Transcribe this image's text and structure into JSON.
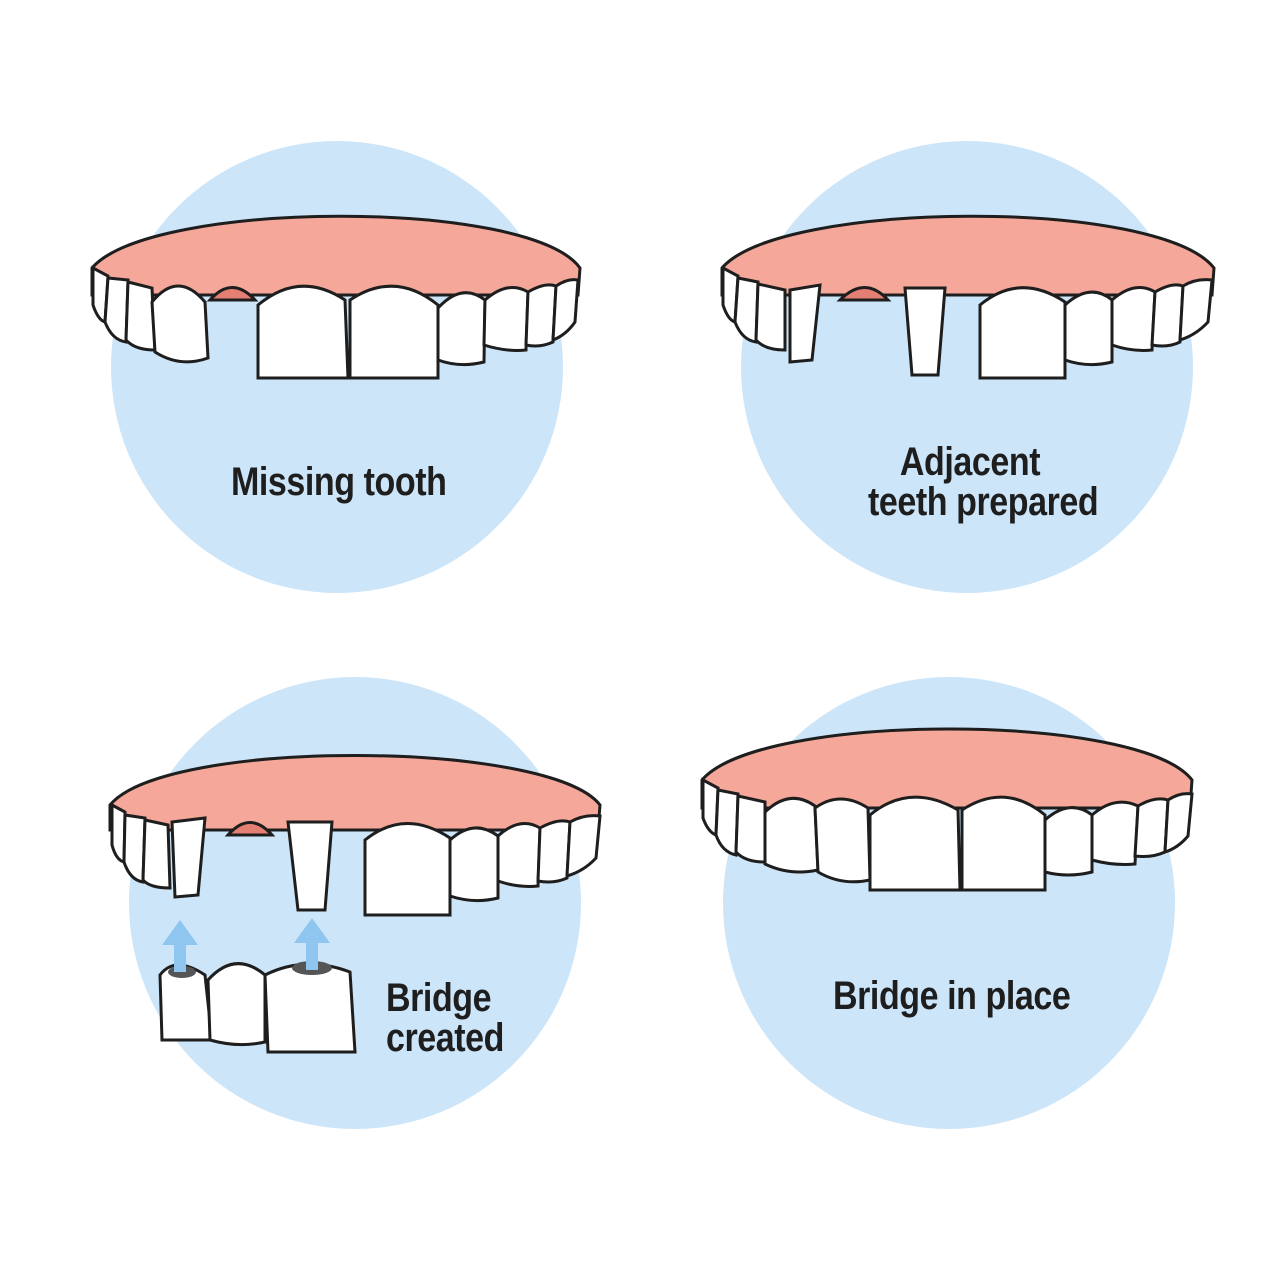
{
  "colors": {
    "background": "#ffffff",
    "circle": "#cce5f9",
    "gum": "#f5a89a",
    "gum_shadow": "#e47f73",
    "tooth": "#ffffff",
    "outline": "#1e1e1e",
    "arrow": "#8ec6f0",
    "abutment_hole": "#555555"
  },
  "panels": [
    {
      "id": "missing",
      "caption_lines": [
        "Missing tooth"
      ],
      "icon": "teeth-gap-icon"
    },
    {
      "id": "prepared",
      "caption_lines": [
        "Adjacent",
        "teeth prepared"
      ],
      "icon": "prepared-teeth-icon"
    },
    {
      "id": "created",
      "caption_lines": [
        "Bridge",
        "created"
      ],
      "icon": "bridge-crowns-icon"
    },
    {
      "id": "in-place",
      "caption_lines": [
        "Bridge in place"
      ],
      "icon": "full-teeth-icon"
    }
  ]
}
